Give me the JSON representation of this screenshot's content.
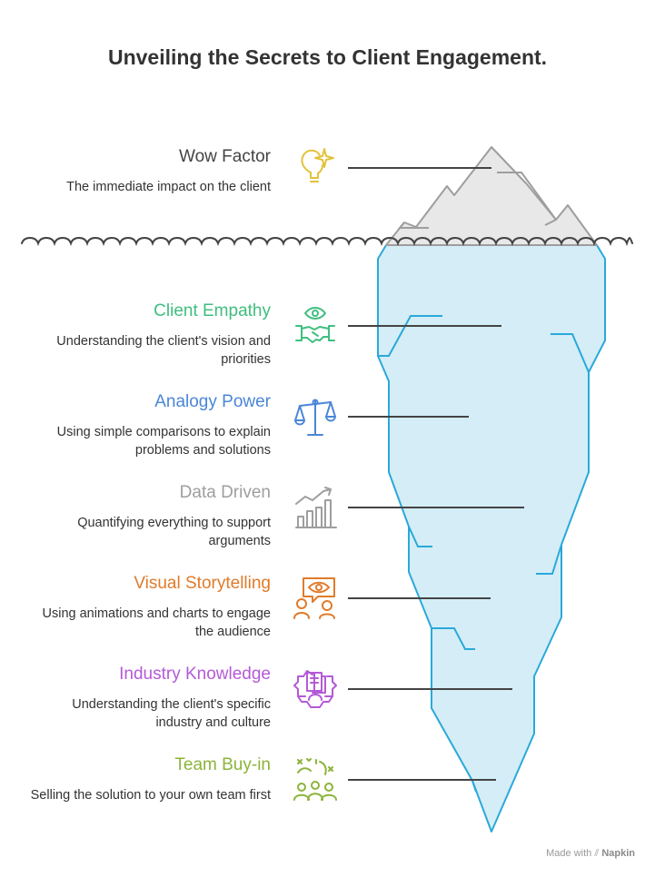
{
  "title": "Unveiling the Secrets to Client Engagement.",
  "items": [
    {
      "label": "Wow Factor",
      "description": "The immediate impact on the client",
      "color": "#444444",
      "icon": "lightbulb-sparkle-icon"
    },
    {
      "label": "Client Empathy",
      "description": "Understanding the client's vision and priorities",
      "color": "#3fbe7f",
      "icon": "eye-handshake-icon"
    },
    {
      "label": "Analogy Power",
      "description": "Using simple comparisons to explain problems and solutions",
      "color": "#4a86d8",
      "icon": "scale-balance-icon"
    },
    {
      "label": "Data Driven",
      "description": "Quantifying everything to support arguments",
      "color": "#9e9e9e",
      "icon": "bar-chart-trend-icon"
    },
    {
      "label": "Visual Storytelling",
      "description": "Using animations and charts to engage the audience",
      "color": "#e07b2a",
      "icon": "eye-presentation-icon"
    },
    {
      "label": "Industry Knowledge",
      "description": "Understanding the client's specific industry and culture",
      "color": "#b45ad8",
      "icon": "gear-document-icon"
    },
    {
      "label": "Team Buy-in",
      "description": "Selling the solution to your own team first",
      "color": "#8cb43a",
      "icon": "team-celebration-icon"
    }
  ],
  "footer": {
    "made_with": "Made with",
    "brand": "Napkin"
  }
}
